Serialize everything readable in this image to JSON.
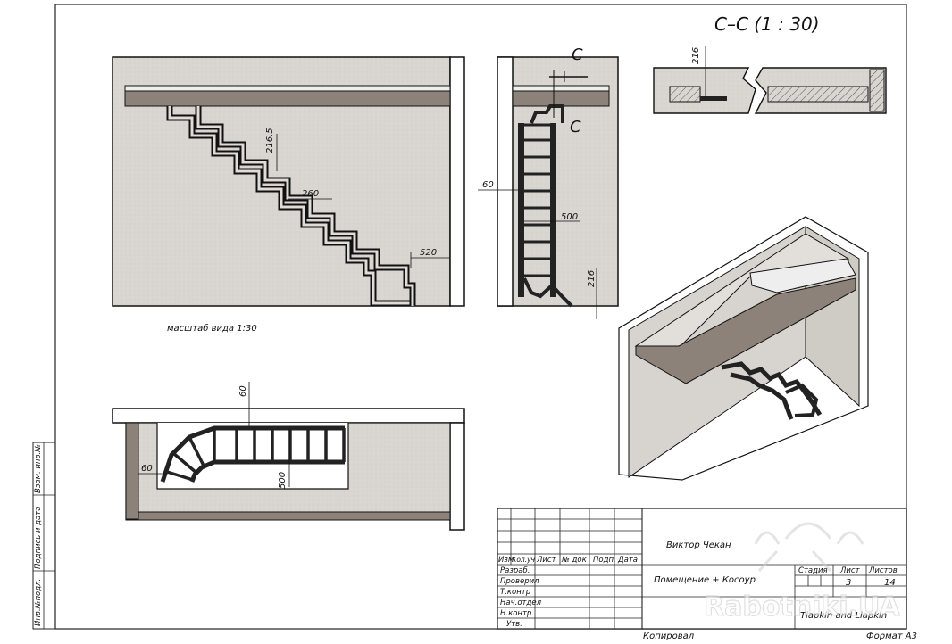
{
  "section_title": "С–С (1 : 30)",
  "view_scale_label": "масштаб вида 1:30",
  "section_marks": {
    "upper": "С",
    "lower": "С"
  },
  "dimensions": {
    "riser": "216.5",
    "tread": "260",
    "gap": "520",
    "frame_width": "60",
    "flight_width": "500",
    "bottom_step": "216",
    "section_height": "216",
    "plan_top": "60",
    "plan_left": "60",
    "plan_width": "500"
  },
  "side_stamp": {
    "inv_podl": "Инв.№подл.",
    "podpis_data": "Подпись и дата",
    "vzam_inv": "Взам. инв.№"
  },
  "title_block": {
    "author": "Виктор Чекан",
    "document_name": "Помещение + Косоур",
    "organization": "Tiapkin and Liapkin",
    "headers": {
      "izm": "Изм",
      "kol_uch": "Кол.уч",
      "list": "Лист",
      "n_dok": "№ док",
      "podp": "Подп.",
      "data": "Дата"
    },
    "roles": [
      "Разраб.",
      "Проверил",
      "Т.контр",
      "Нач.отдел",
      "Н.контр",
      "Утв."
    ],
    "stage_label": "Стадия",
    "sheet_label": "Лист",
    "sheets_label": "Листов",
    "sheet_number": "3",
    "sheets_total": "14"
  },
  "footer": {
    "copied": "Копировал",
    "format": "Формат А3"
  },
  "watermark": {
    "text": "Rabotniki.UA"
  }
}
